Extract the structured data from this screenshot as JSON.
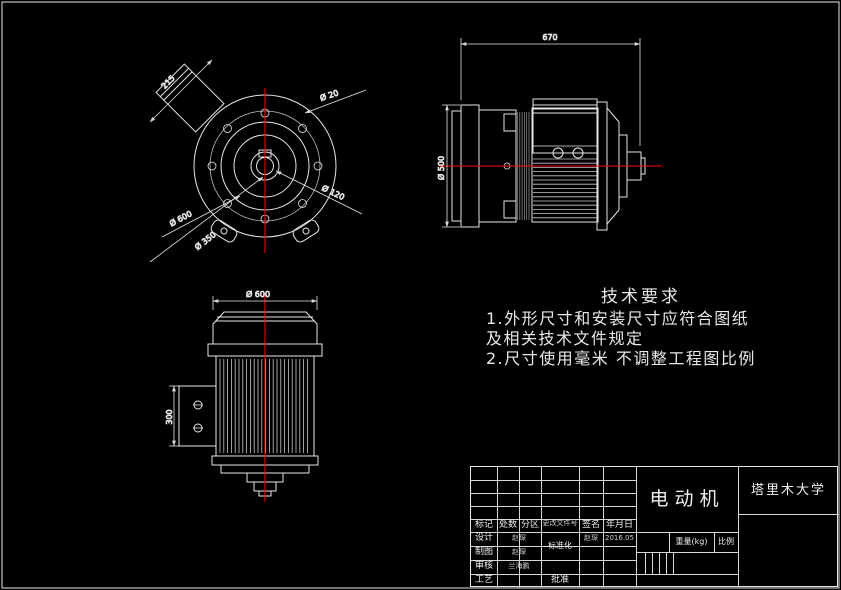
{
  "drawing": {
    "part_name": "电动机",
    "organization": "塔里木大学",
    "line_color": "#e6e6e6",
    "centerline_color": "#ff0000",
    "background": "#000000"
  },
  "tech_requirements": {
    "heading": "技术要求",
    "line1": "1.外形尺寸和安装尺寸应符合图纸",
    "line2": "及相关技术文件规定",
    "line3": "2.尺寸使用毫米 不调整工程图比例"
  },
  "dims": {
    "front_box_width": "215",
    "front_bolt_hole": "Ø 20",
    "front_shaft_dia": "Ø 120",
    "front_flange_dia": "Ø 600",
    "front_spigot_dia": "Ø 350",
    "side_overall_length": "670",
    "side_frame_dia": "Ø 500",
    "bottom_body_dia": "Ø 600",
    "bottom_jbox_height": "300"
  },
  "title_block": {
    "mark": "标记",
    "qty": "处数",
    "zone": "分区",
    "change_doc": "更改文件号",
    "signature": "签名",
    "date": "年月日",
    "design_label": "设计",
    "design_name": "赵琛",
    "design_sig": "赵琛",
    "design_date": "2016.05",
    "draft_label": "制图",
    "draft_name": "赵琛",
    "check_label": "审核",
    "check_name": "兰海鹏",
    "process_label": "工艺",
    "standardization": "标准化",
    "approve": "批准",
    "weight": "重量(kg)",
    "scale": "比例"
  }
}
